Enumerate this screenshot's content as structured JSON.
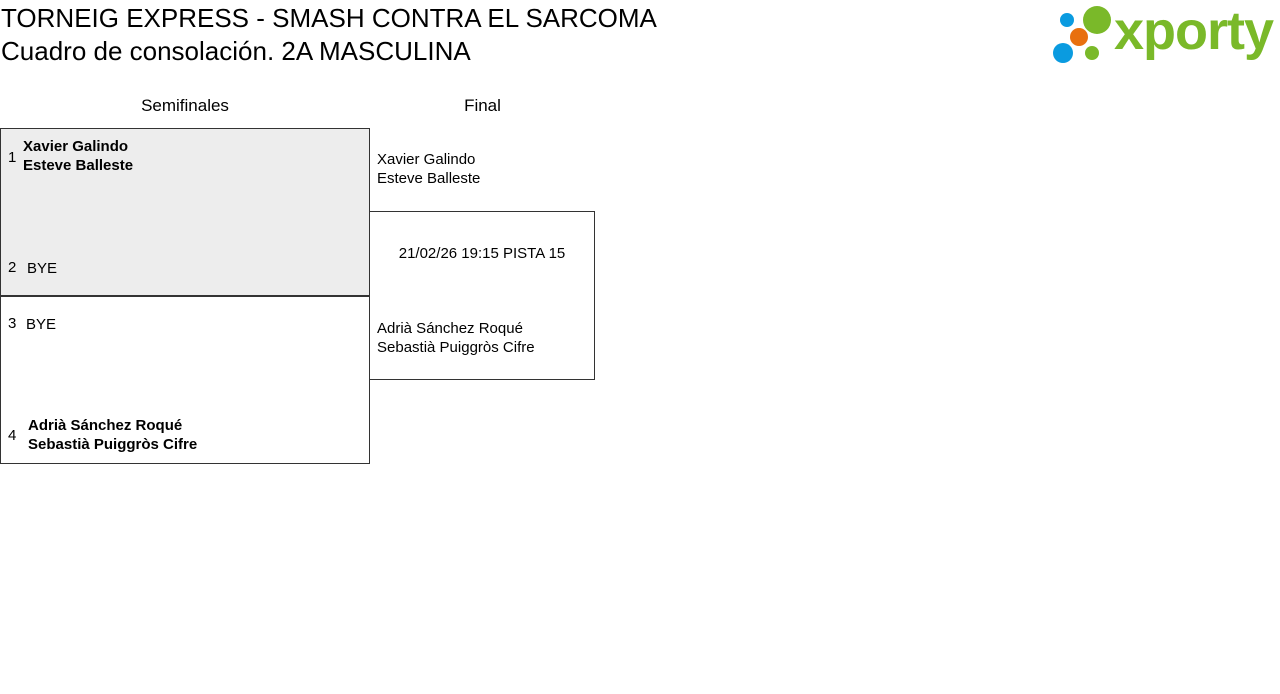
{
  "header": {
    "title": "TORNEIG EXPRESS - SMASH CONTRA EL SARCOMA",
    "subtitle": "Cuadro de consolación. 2A MASCULINA",
    "logo_text": "xporty"
  },
  "rounds": [
    "Semifinales",
    "Final"
  ],
  "semifinals": [
    {
      "seed": "1",
      "players": [
        "Xavier Galindo",
        "Esteve Balleste"
      ]
    },
    {
      "seed": "2",
      "players": [
        "BYE"
      ]
    },
    {
      "seed": "3",
      "players": [
        "BYE"
      ]
    },
    {
      "seed": "4",
      "players": [
        "Adrià Sánchez Roqué",
        "Sebastià Puiggròs Cifre"
      ]
    }
  ],
  "final": {
    "top_players": [
      "Xavier Galindo",
      "Esteve Balleste"
    ],
    "schedule": "21/02/26 19:15 PISTA 15",
    "bottom_players": [
      "Adrià Sánchez Roqué",
      "Sebastià Puiggròs Cifre"
    ]
  },
  "colors": {
    "logo_green": "#7ab929",
    "logo_blue": "#0a9be0",
    "logo_orange": "#e8700f",
    "box_gray": "#ededed"
  }
}
